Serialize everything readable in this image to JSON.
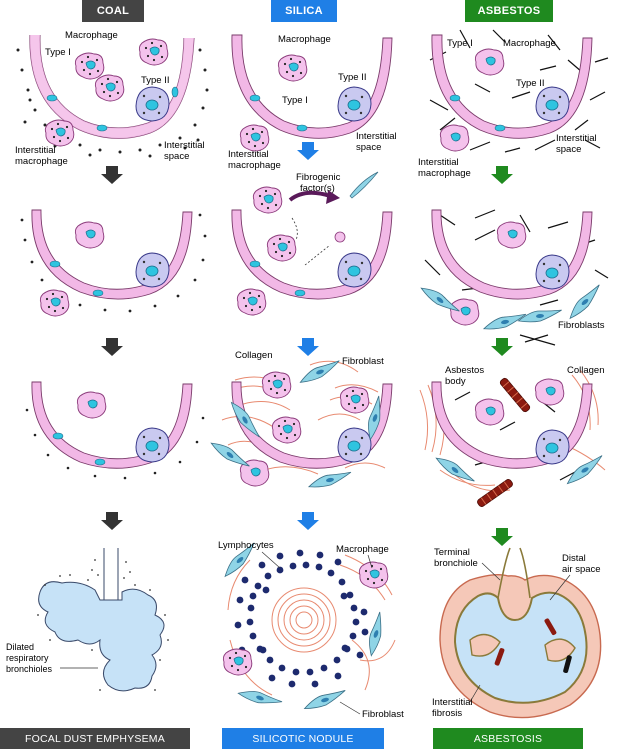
{
  "headers": {
    "coal": "COAL",
    "silica": "SILICA",
    "asbestos": "ASBESTOS"
  },
  "footers": {
    "coal": "FOCAL DUST EMPHYSEMA",
    "silica": "SILICOTIC NODULE",
    "asbestos": "ASBESTOSIS"
  },
  "labels": {
    "macrophage": "Macrophage",
    "type_i": "Type I",
    "type_ii": "Type II",
    "interstitial_macrophage_1": "Interstitial",
    "interstitial_macrophage_2": "macrophage",
    "interstitial_space_1": "Interstitial",
    "interstitial_space_2": "space",
    "fibrogenic_1": "Fibrogenic",
    "fibrogenic_2": "factor(s)",
    "fibroblasts": "Fibroblasts",
    "collagen": "Collagen",
    "fibroblast": "Fibroblast",
    "asbestos_body_1": "Asbestos",
    "asbestos_body_2": "body",
    "lymphocytes": "Lymphocytes",
    "terminal_bronchiole_1": "Terminal",
    "terminal_bronchiole_2": "bronchiole",
    "distal_air_space_1": "Distal",
    "distal_air_space_2": "air space",
    "dilated_1": "Dilated",
    "dilated_2": "respiratory",
    "dilated_3": "bronchioles",
    "interstitial_fibrosis_1": "Interstitial",
    "interstitial_fibrosis_2": "fibrosis"
  },
  "colors": {
    "coal": "#444444",
    "silica": "#1f7fe6",
    "asbestos": "#1f8a1f",
    "cell_pink": "#f2b8e6",
    "cell_blue": "#c8c8ee",
    "nucleus": "#2ec4e0",
    "fibroblast": "#8fd4e6",
    "collagen": "#e88a70",
    "asbestos_body": "#8b1a10",
    "airspace": "#c6e2f7"
  }
}
